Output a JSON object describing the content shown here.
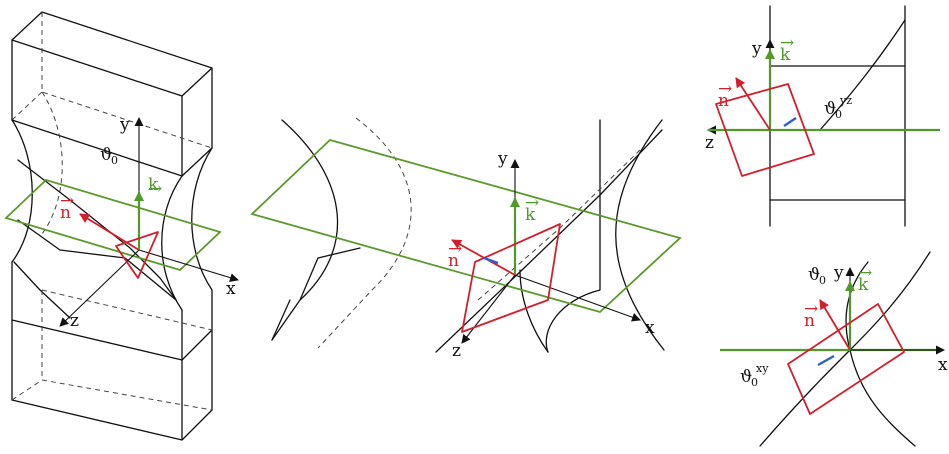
{
  "labels": {
    "x": "x",
    "y": "y",
    "z": "z",
    "n": "n",
    "k": "k",
    "vec_arrow": "→",
    "theta": "ϑ",
    "zero": "0",
    "yz": "yz",
    "xy": "xy"
  },
  "colors": {
    "plane": "#5a9a2a",
    "normal": "#d21f2b",
    "k_vector": "#4f9a28",
    "angle_arc": "#2a62c9",
    "lines": "#111111"
  },
  "icons": {
    "n_vector": "red-arrow",
    "k_vector": "green-arrow"
  }
}
